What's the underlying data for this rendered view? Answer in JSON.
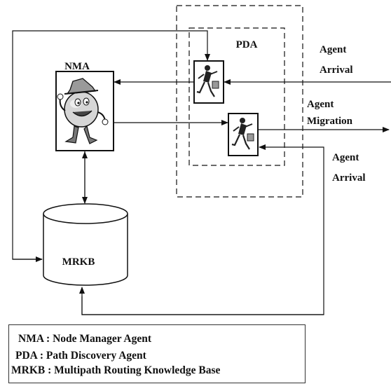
{
  "diagram": {
    "pda_label": "PDA",
    "nma_label": "NMA",
    "mrkb_label": "MRKB",
    "agent_arrival_1": {
      "line1": "Agent",
      "line2": "Arrival"
    },
    "agent_migration": {
      "line1": "Agent",
      "line2": "Migration"
    },
    "agent_arrival_2": {
      "line1": "Agent",
      "line2": "Arrival"
    }
  },
  "legend": {
    "line1": "NMA : Node Manager Agent",
    "line2": "PDA  : Path Discovery Agent",
    "line3": "MRKB : Multipath Routing Knowledge Base"
  }
}
